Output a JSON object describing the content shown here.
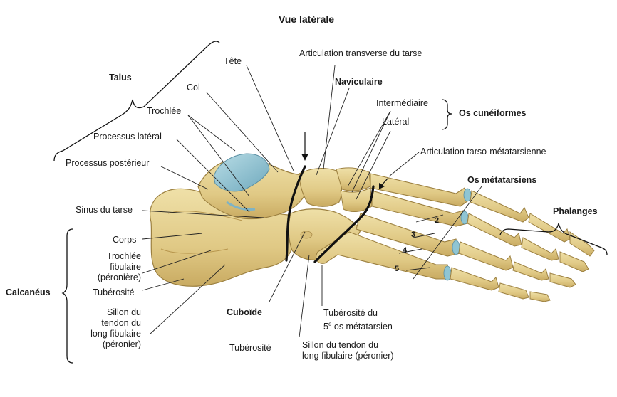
{
  "title": "Vue latérale",
  "groups": {
    "talus": "Talus",
    "calcaneus": "Calcanéus",
    "cuneiformes": "Os cunéiformes",
    "metatarsiens": "Os métatarsiens",
    "phalanges": "Phalanges",
    "naviculaire": "Naviculaire",
    "cuboide": "Cuboïde"
  },
  "labels": {
    "tete": "Tête",
    "col": "Col",
    "trochlee": "Trochlée",
    "processus_lateral": "Processus latéral",
    "processus_posterieur": "Processus postérieur",
    "sinus_du_tarse": "Sinus du tarse",
    "corps": "Corps",
    "trochlee_fibulaire_1": "Trochlée",
    "trochlee_fibulaire_2": "fibulaire",
    "trochlee_fibulaire_3": "(péronière)",
    "tuberosite_calc": "Tubérosité",
    "sillon_calc_1": "Sillon du",
    "sillon_calc_2": "tendon du",
    "sillon_calc_3": "long fibulaire",
    "sillon_calc_4": "(péronier)",
    "articulation_transverse": "Articulation transverse du tarse",
    "intermediaire": "Intermédiaire",
    "lateral": "Latéral",
    "articulation_tarso": "Articulation tarso-métatarsienne",
    "tuberosite_cuboide": "Tubérosité",
    "sillon_cub_1": "Sillon du tendon du",
    "sillon_cub_2": "long fibulaire (péronier)",
    "tuberosite_5_1": "Tubérosité du",
    "tuberosite_5_2_num": "5",
    "tuberosite_5_2_sup": "e",
    "tuberosite_5_2_rest": " os métatarsien"
  },
  "metatarsal_numbers": [
    "2",
    "3",
    "4",
    "5"
  ],
  "colors": {
    "bone": "#e3cf8e",
    "bone_dark": "#c4a55a",
    "cartilage": "#8fc5d3",
    "joint_line": "#111111",
    "leader": "#222222"
  }
}
